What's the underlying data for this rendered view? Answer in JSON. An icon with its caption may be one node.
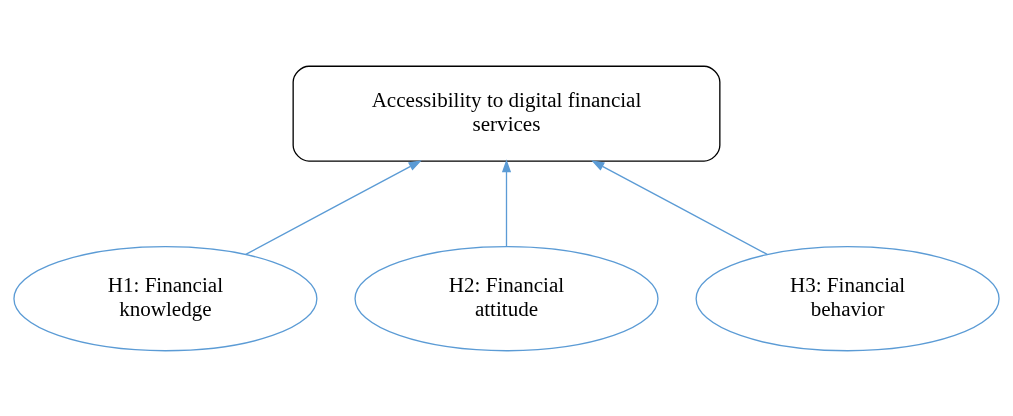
{
  "diagram": {
    "nodes": [
      {
        "text": [
          "Accessibility to digital financial services"
        ]
      },
      {
        "text": [
          "H1: Financial knowledge"
        ]
      },
      {
        "text": [
          "H2: Financial attitude"
        ]
      },
      {
        "text": [
          "H3: Financial behavior"
        ]
      }
    ],
    "edges": [
      {
        "from": 1,
        "to": 0,
        "arrow": "to"
      },
      {
        "from": 2,
        "to": 0,
        "arrow": "to"
      },
      {
        "from": 3,
        "to": 0,
        "arrow": "to"
      }
    ]
  }
}
